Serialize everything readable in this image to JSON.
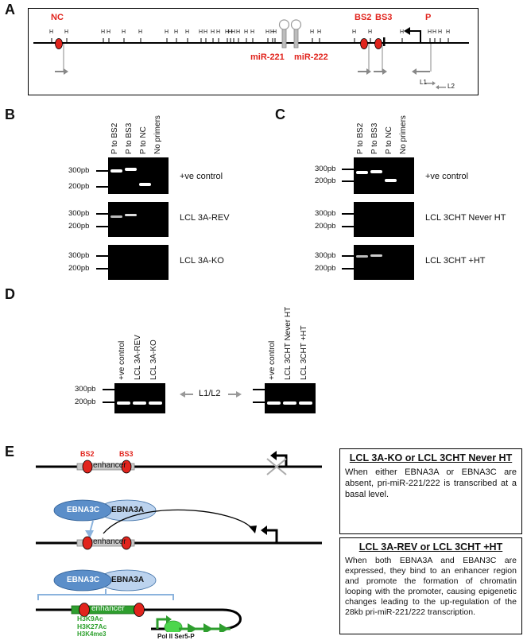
{
  "panels": {
    "A": "A",
    "B": "B",
    "C": "C",
    "D": "D",
    "E": "E"
  },
  "panelA": {
    "sites": {
      "nc": "NC",
      "bs2": "BS2",
      "bs3": "BS3",
      "p": "P"
    },
    "mirnas": {
      "mir221": "miR-221",
      "mir222": "miR-222"
    },
    "h": "H",
    "primers": {
      "l1": "L1",
      "l2": "L2"
    }
  },
  "gel_lanes": {
    "b": [
      "P to BS2",
      "P to BS3",
      "P to NC",
      "No primers"
    ],
    "c": [
      "P to BS2",
      "P to BS3",
      "P to NC",
      "No primers"
    ],
    "d_left": [
      "+ve control",
      "LCL 3A-REV",
      "LCL 3A-KO"
    ],
    "d_right": [
      "+ve control",
      "LCL 3CHT Never HT",
      "LCL 3CHT +HT"
    ]
  },
  "sizes": {
    "s300": "300pb",
    "s200": "200pb"
  },
  "conditions": {
    "b": [
      "+ve control",
      "LCL 3A-REV",
      "LCL 3A-KO"
    ],
    "c": [
      "+ve control",
      "LCL 3CHT Never HT",
      "LCL 3CHT +HT"
    ]
  },
  "panelD": {
    "arrow_label": "L1/L2"
  },
  "panelE": {
    "bs2": "BS2",
    "bs3": "BS3",
    "enhancer": "enhancer",
    "ebna3c": "EBNA3C",
    "ebna3a": "EBNA3A",
    "marks": [
      "H3K9Ac",
      "H3K27Ac",
      "H3K4me3"
    ],
    "polii": "Pol II Ser5-P",
    "box1": {
      "title": "LCL 3A-KO or LCL 3CHT Never HT",
      "text": "When either EBNA3A or EBNA3C are absent, pri-miR-221/222 is transcribed at a basal level."
    },
    "box2": {
      "title": "LCL 3A-REV or LCL 3CHT +HT",
      "text": "When both EBNA3A and EBAN3C are expressed, they bind to an enhancer region and promote the formation of chromatin looping with the promoter, causing epigenetic changes leading to the up-regulation of the 28kb pri-miR-221/222 transcription."
    }
  }
}
